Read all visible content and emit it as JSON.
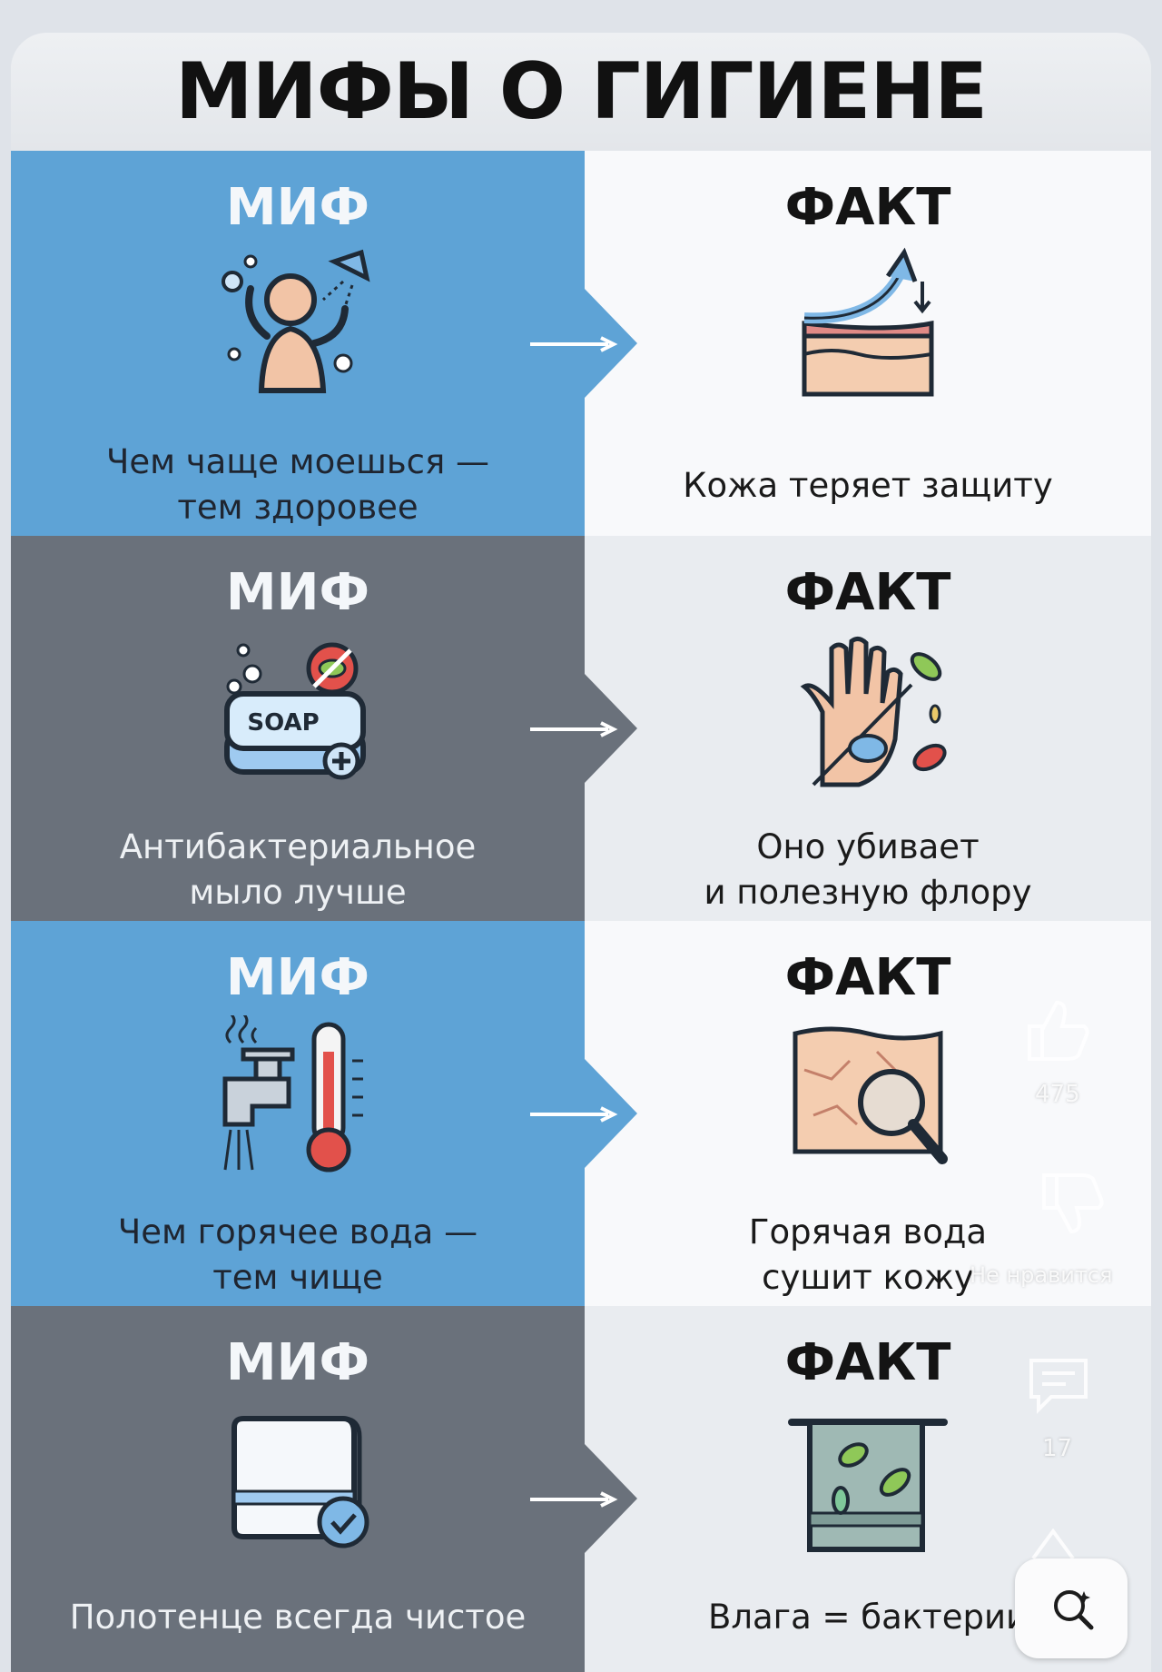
{
  "title": "МИФЫ О ГИГИЕНЕ",
  "rows": [
    {
      "myth_label": "МИФ",
      "fact_label": "ФАКТ",
      "myth_lines": [
        "Чем чаще моешься —",
        "тем здоровее"
      ],
      "fact_lines": [
        "Кожа теряет защиту"
      ],
      "myth_icon": "shower-person-icon",
      "fact_icon": "skin-layer-arrow-icon"
    },
    {
      "myth_label": "МИФ",
      "fact_label": "ФАКТ",
      "myth_lines": [
        "Антибактериальное",
        "мыло лучше"
      ],
      "fact_lines": [
        "Оно убивает",
        "и полезную флору"
      ],
      "myth_icon": "soap-bar-icon",
      "fact_icon": "hand-bacteria-icon",
      "soap_text": "SOAP"
    },
    {
      "myth_label": "МИФ",
      "fact_label": "ФАКТ",
      "myth_lines": [
        "Чем горячее вода —",
        "тем чище"
      ],
      "fact_lines": [
        "Горячая вода",
        "сушит кожу"
      ],
      "myth_icon": "hot-faucet-thermometer-icon",
      "fact_icon": "dry-skin-magnifier-icon"
    },
    {
      "myth_label": "МИФ",
      "fact_label": "ФАКТ",
      "myth_lines": [
        "Полотенце всегда чистое"
      ],
      "fact_lines": [
        "Влага = бактерии"
      ],
      "myth_icon": "clean-towel-check-icon",
      "fact_icon": "dirty-towel-bacteria-icon"
    }
  ],
  "overlay": {
    "like_count": "475",
    "dislike_label": "Не нравится",
    "comment_count": "17",
    "like_icon": "thumbs-up-icon",
    "dislike_icon": "thumbs-down-icon",
    "comment_icon": "comment-icon",
    "share_icon": "share-icon",
    "search_icon": "ai-search-icon"
  }
}
